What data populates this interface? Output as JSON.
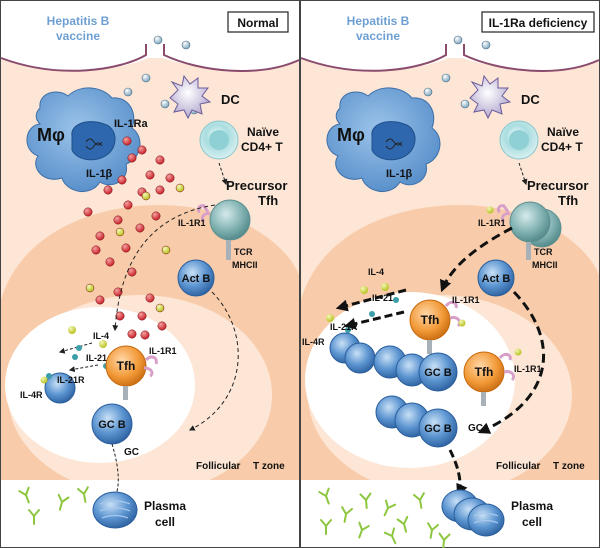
{
  "panels": [
    {
      "title": "Normal",
      "vaccine": [
        "Hepatitis B",
        "vaccine"
      ],
      "macrophage": "Mφ",
      "il1ra": "IL-1Ra",
      "il1b": "IL-1β",
      "dc": "DC",
      "naive_t": [
        "Naïve",
        "CD4+ T"
      ],
      "precursor_tfh": [
        "Precursor",
        "Tfh"
      ],
      "il1r1": "IL-1R1",
      "tcr": "TCR",
      "mhcii": "MHCII",
      "act_b": "Act B",
      "il4": "IL-4",
      "il21": "IL-21",
      "il21r": "IL-21R",
      "il4r": "IL-4R",
      "tfh": "Tfh",
      "gc_b": "GC B",
      "gc": "GC",
      "follicular": "Follicular",
      "t_zone": "T zone",
      "plasma_cell": [
        "Plasma",
        "cell"
      ]
    },
    {
      "title": "IL-1Ra deficiency",
      "vaccine": [
        "Hepatitis B",
        "vaccine"
      ],
      "macrophage": "Mφ",
      "il1b": "IL-1β",
      "dc": "DC",
      "naive_t": [
        "Naïve",
        "CD4+ T"
      ],
      "precursor_tfh": [
        "Precursor",
        "Tfh"
      ],
      "il1r1": "IL-1R1",
      "tcr": "TCR",
      "mhcii": "MHCII",
      "act_b": "Act B",
      "il4": "IL-4",
      "il21": "IL-21",
      "il21r": "IL-21R",
      "il4r": "IL-4R",
      "tfh": "Tfh",
      "il1r1_second": "IL-1R1",
      "tfh_second": "Tfh",
      "gc_b": "GC B",
      "gc": "GC",
      "follicular": "Follicular",
      "t_zone": "T zone",
      "plasma_cell": [
        "Plasma",
        "cell"
      ]
    }
  ],
  "colors": {
    "cytoplasm": "#fde6d6",
    "zone": "#f8ccaa",
    "follicle": "#ffffff",
    "membrane": "#8a4b6d",
    "macrophage": "#6ea3d8",
    "il1ra_dot": "#d2282d",
    "antigen_dot": "#a8c8d8",
    "yellow_dot": "#d4dc3a",
    "tfh": "#f29a38",
    "b_cell": "#5b94d0",
    "naive_t": "#a9dde0",
    "tfh_precursor": "#7fb0b0",
    "il1r1": "#d8a0c8",
    "antibody": "#8dc63f",
    "vaccine_text": "#6e9fd2"
  }
}
